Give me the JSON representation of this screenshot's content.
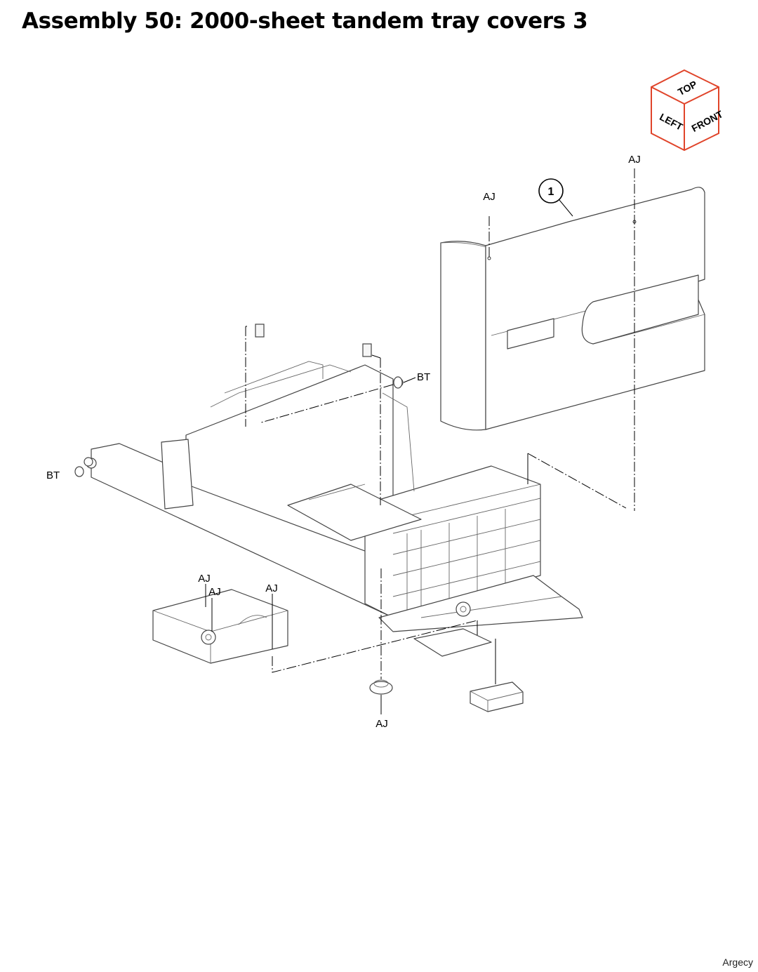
{
  "title": "Assembly 50: 2000-sheet tandem tray covers 3",
  "watermark": "Argecy",
  "orientation_cube": {
    "top_label": "TOP",
    "left_label": "LEFT",
    "front_label": "FRONT",
    "edge_color": "#e0442a"
  },
  "callouts": [
    {
      "number": "1"
    }
  ],
  "labels": {
    "aj_cover_left": "AJ",
    "aj_cover_right": "AJ",
    "bt_right": "BT",
    "bt_left": "BT",
    "aj_gear_1": "AJ",
    "aj_gear_2": "AJ",
    "aj_gear_3": "AJ",
    "aj_bottom": "AJ"
  }
}
